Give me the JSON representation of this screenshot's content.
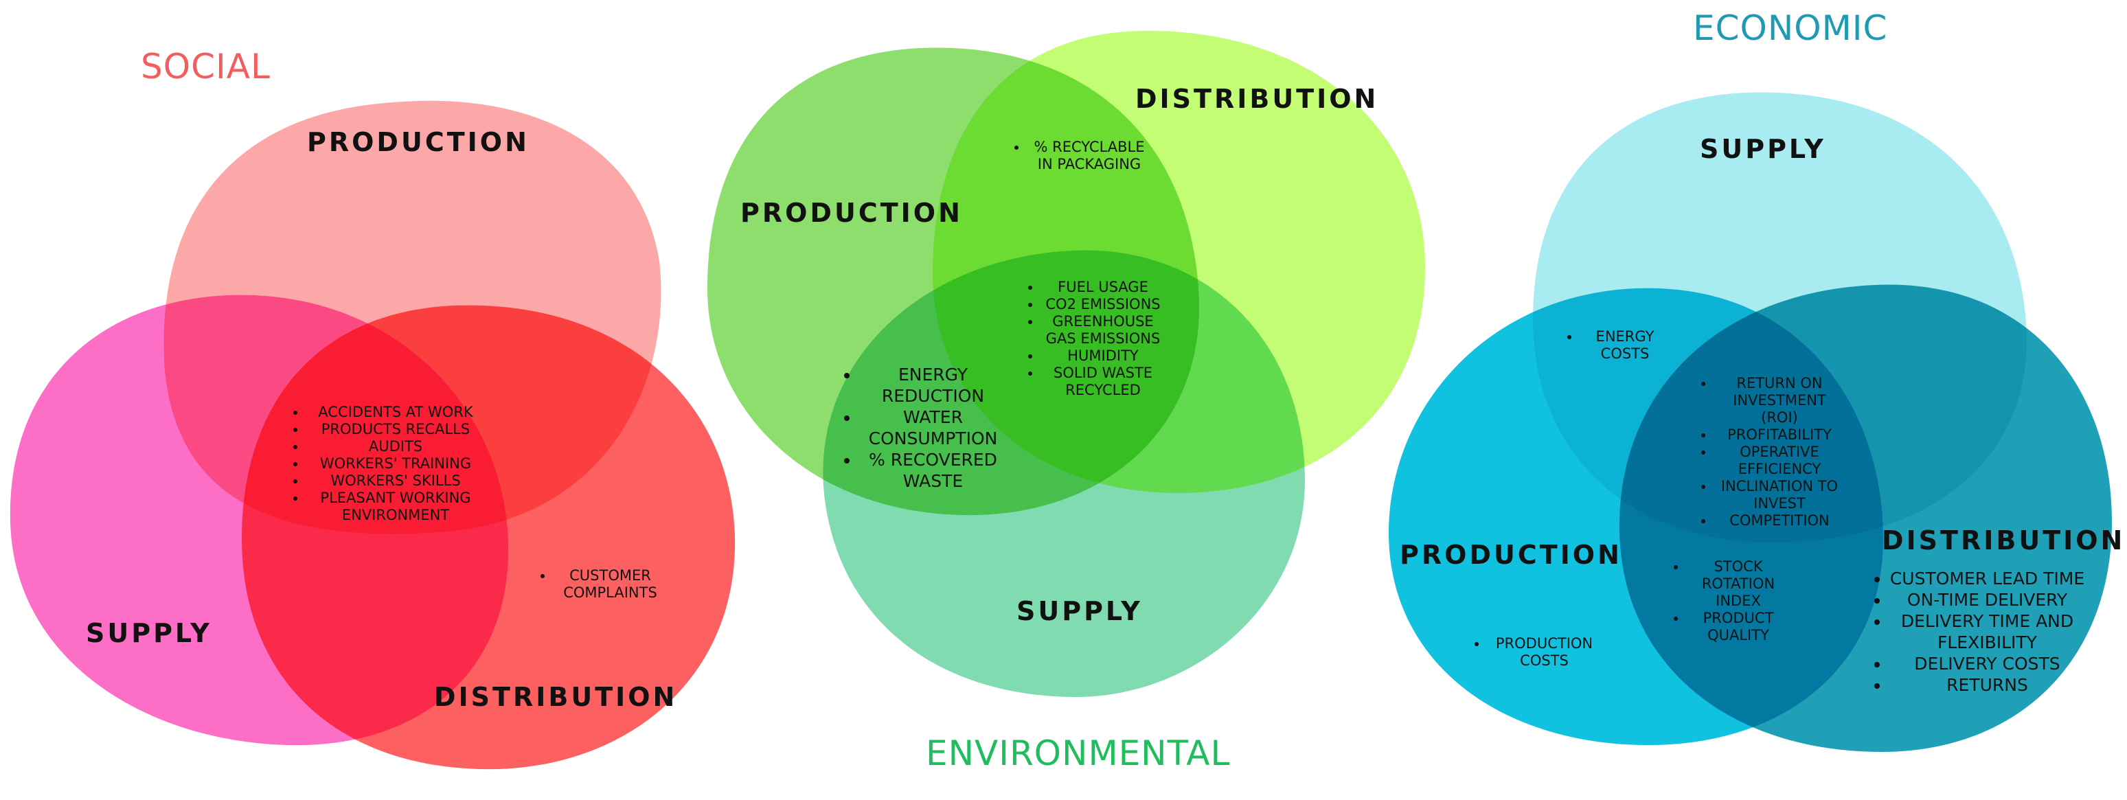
{
  "panels": {
    "social": {
      "title": "SOCIAL",
      "title_color": "#f25d5d",
      "circles": {
        "production": {
          "label": "PRODUCTION",
          "color": "#fda8a8"
        },
        "supply": {
          "label": "SUPPLY",
          "color": "#fd6ec7"
        },
        "distribution": {
          "label": "DISTRIBUTION",
          "color": "#fd6060"
        }
      },
      "lists": {
        "center": [
          "ACCIDENTS AT WORK",
          "PRODUCTS RECALLS",
          "AUDITS",
          "WORKERS' TRAINING",
          "WORKERS' SKILLS",
          "PLEASANT WORKING ENVIRONMENT"
        ],
        "distribution": [
          "CUSTOMER COMPLAINTS"
        ]
      }
    },
    "environmental": {
      "title": "ENVIRONMENTAL",
      "title_color": "#1fbd5e",
      "circles": {
        "production": {
          "label": "PRODUCTION",
          "color": "#8ede6e"
        },
        "distribution": {
          "label": "DISTRIBUTION",
          "color": "#c3fd74"
        },
        "supply": {
          "label": "SUPPLY",
          "color": "#80dcb0"
        }
      },
      "lists": {
        "production_distribution": [
          "% RECYCLABLE IN PACKAGING"
        ],
        "distribution_supply": [
          "FUEL USAGE",
          "CO2 EMISSIONS",
          "GREENHOUSE GAS EMISSIONS",
          "HUMIDITY",
          "SOLID WASTE RECYCLED"
        ],
        "production_supply": [
          "ENERGY REDUCTION",
          "WATER CONSUMPTION",
          "% RECOVERED WASTE"
        ]
      }
    },
    "economic": {
      "title": "ECONOMIC",
      "title_color": "#1e9bb3",
      "circles": {
        "supply": {
          "label": "SUPPLY",
          "color": "#a8ecf2"
        },
        "production": {
          "label": "PRODUCTION",
          "color": "#11c1e0"
        },
        "distribution": {
          "label": "DISTRIBUTION",
          "color": "#1fa0b7"
        }
      },
      "lists": {
        "supply_production": [
          "ENERGY COSTS"
        ],
        "center": [
          "RETURN ON INVESTMENT (ROI)",
          "PROFITABILITY",
          "OPERATIVE EFFICIENCY",
          "INCLINATION TO INVEST",
          "COMPETITION"
        ],
        "production_distribution": [
          "STOCK ROTATION INDEX",
          "PRODUCT QUALITY"
        ],
        "production": [
          "PRODUCTION COSTS"
        ],
        "distribution": [
          "CUSTOMER LEAD TIME",
          "ON-TIME DELIVERY",
          "DELIVERY TIME AND FLEXIBILITY",
          "DELIVERY COSTS",
          "RETURNS"
        ]
      }
    }
  }
}
